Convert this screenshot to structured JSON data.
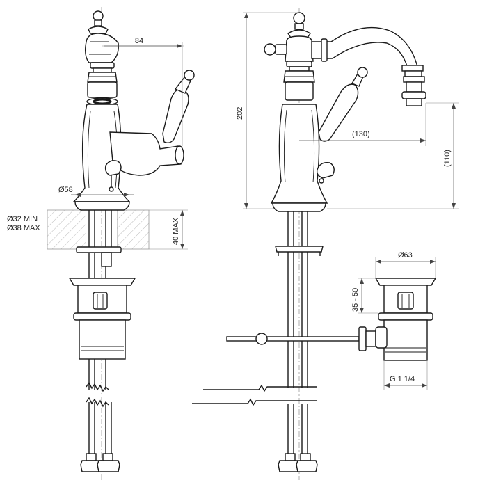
{
  "dimensions": {
    "spout_reach_84": "84",
    "base_diameter_58": "Ø58",
    "hole_min": "Ø32 MIN",
    "hole_max": "Ø38 MAX",
    "deck_thickness": "40 MAX",
    "total_height": "202",
    "spout_projection": "(130)",
    "spout_height": "(110)",
    "waste_diameter": "Ø63",
    "waste_height_range": "35 - 50",
    "waste_thread": "G 1 1/4"
  },
  "colors": {
    "line": "#1a1a1a",
    "dimension": "#555555",
    "hatch": "#999999"
  }
}
